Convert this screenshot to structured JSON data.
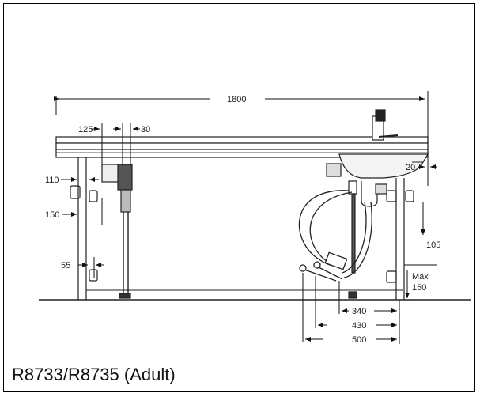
{
  "caption": "R8733/R8735 (Adult)",
  "dimensions": {
    "overall_width": "1800",
    "d125": "125",
    "d30": "30",
    "d110": "110",
    "d150_left": "150",
    "d55": "55",
    "d20": "20",
    "d105": "105",
    "max_label": "Max",
    "max_value": "150",
    "d340": "340",
    "d430": "430",
    "d500": "500"
  }
}
